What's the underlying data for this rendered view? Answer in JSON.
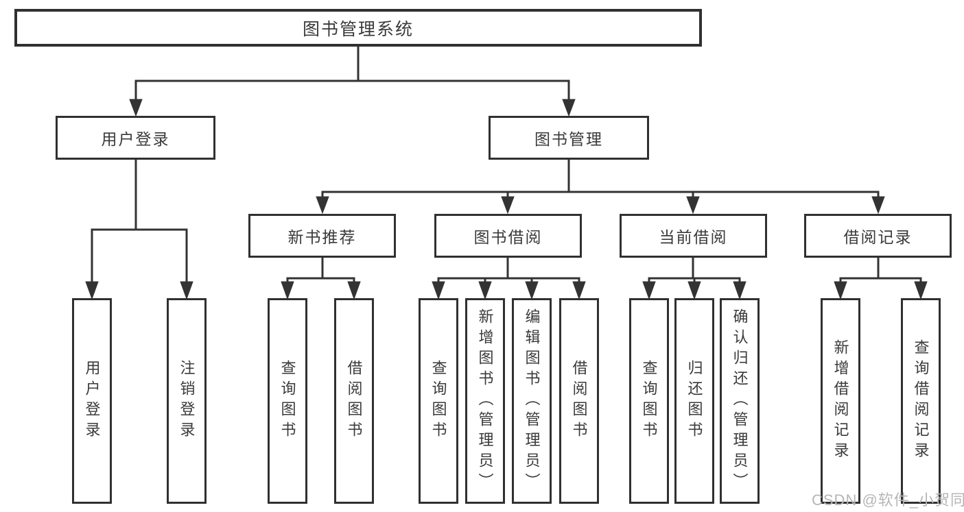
{
  "diagram": {
    "title": "图书管理系统",
    "level2": {
      "user_login": "用户登录",
      "book_mgmt": "图书管理"
    },
    "level3": {
      "new_book_rec": "新书推荐",
      "book_borrow": "图书借阅",
      "current_borrow": "当前借阅",
      "borrow_records": "借阅记录"
    },
    "leaves": {
      "user_login_leaf": "用户登录",
      "logout": "注销登录",
      "rec_query_book": "查询图书",
      "rec_borrow_book": "借阅图书",
      "bor_query_book": "查询图书",
      "bor_add_book": "新增图书（管理员）",
      "bor_edit_book": "编辑图书（管理员）",
      "bor_borrow_book": "借阅图书",
      "cur_query_book": "查询图书",
      "cur_return_book": "归还图书",
      "cur_confirm_return": "确认归还（管理员）",
      "log_add_record": "新增借阅记录",
      "log_query_record": "查询借阅记录"
    }
  },
  "watermark": "CSDN @软件_小贺同学",
  "colors": {
    "line": "#333333",
    "box_border": "#303030",
    "text": "#3a3a3a",
    "watermark": "#b6b6b6",
    "background": "#ffffff"
  }
}
